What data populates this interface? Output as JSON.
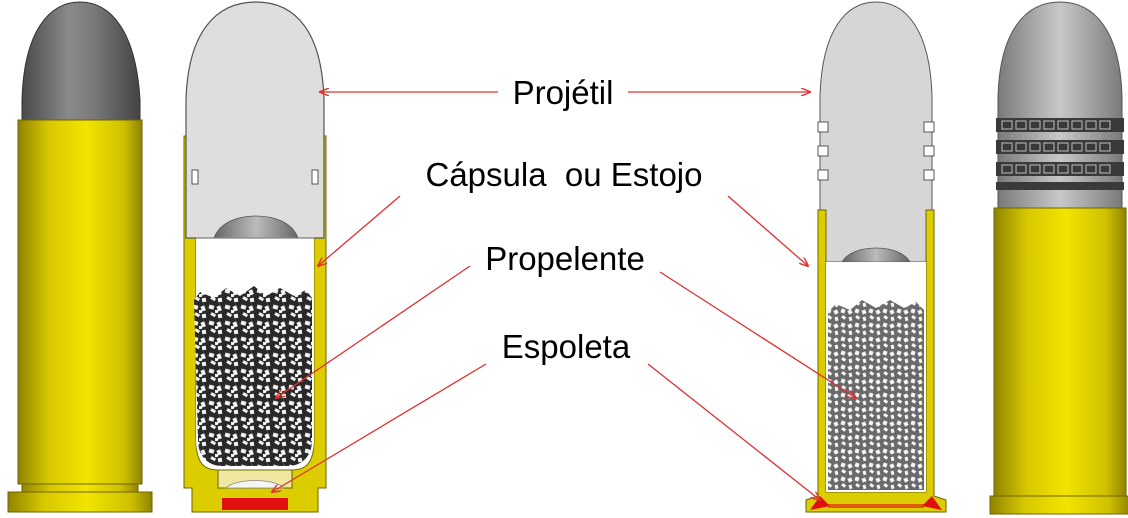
{
  "labels": {
    "projectile": "Projétil",
    "case": "Cápsula  ou Estojo",
    "propellant": "Propelente",
    "primer": "Espoleta"
  },
  "colors": {
    "brass": "#e0d000",
    "brass_shadow": "#a89a00",
    "lead_dark": "#6e6e6e",
    "lead_light": "#d9d9d9",
    "primer": "#e01010",
    "arrow": "#e03030"
  },
  "cartridges": [
    {
      "name": "centerfire-cartridge-exterior"
    },
    {
      "name": "centerfire-cartridge-cutaway"
    },
    {
      "name": "rimfire-cartridge-cutaway"
    },
    {
      "name": "rimfire-cartridge-exterior"
    }
  ]
}
